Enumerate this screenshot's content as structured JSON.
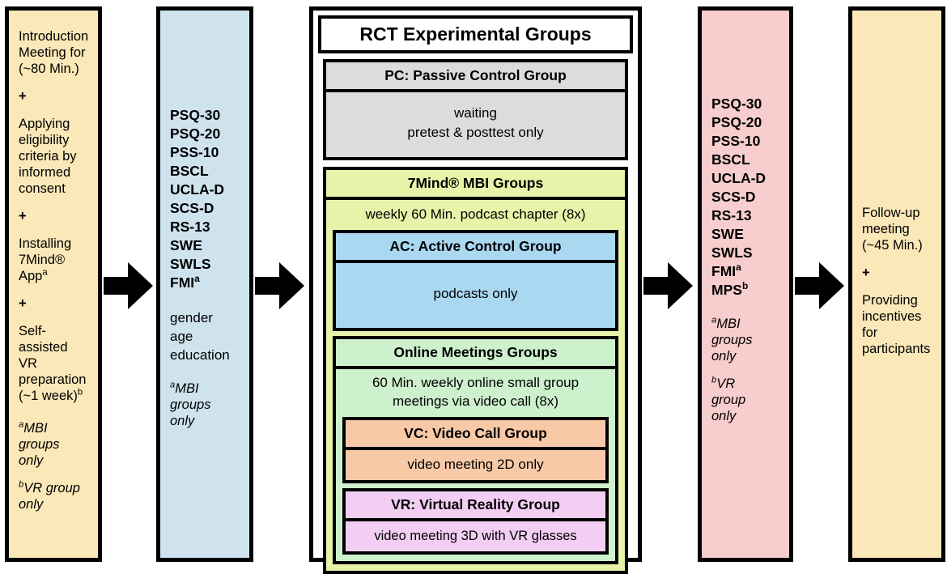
{
  "diagram": {
    "title": "RCT study flow diagram",
    "colors": {
      "cream": "#fae8b8",
      "blue": "#cfe3ef",
      "pink": "#f8cdcd",
      "gray": "#dcdcdc",
      "yellow_green": "#e9f2a9",
      "light_green": "#cdf0cd",
      "peach": "#f8c9a7",
      "violet": "#f2cef2",
      "sky_blue": "#a9d8f0",
      "outline": "#000000"
    }
  },
  "intro": {
    "line1": "Introduction",
    "line2": "Meeting for",
    "line3": "(~80 Min.)",
    "plus1": "+",
    "applying1": "Applying",
    "applying2": "eligibility",
    "applying3": "criteria by",
    "applying4": "informed",
    "applying5": "consent",
    "plus2": "+",
    "installing1": "Installing",
    "installing2": "7Mind®",
    "installing3": "App",
    "installing3_sup": "a",
    "plus3": "+",
    "self1": "Self-",
    "self2": "assisted",
    "self3": "VR",
    "self4": "preparation",
    "self5": "(~1 week)",
    "self5_sup": "b",
    "note_a_sup": "a",
    "note_a_l1": "MBI",
    "note_a_l2": "groups",
    "note_a_l3": "only",
    "note_b_sup": "b",
    "note_b_l1": "VR group",
    "note_b_l2": "only"
  },
  "pretest": {
    "scales": [
      "PSQ-30",
      "PSQ-20",
      "PSS-10",
      "BSCL",
      "UCLA-D",
      "SCS-D",
      "RS-13",
      "SWE",
      "SWLS"
    ],
    "fmi_label": "FMI",
    "fmi_sup": "a",
    "demographics": [
      "gender",
      "age",
      "education"
    ],
    "note_sup": "a",
    "note_l1": "MBI",
    "note_l2": "groups",
    "note_l3": "only"
  },
  "rct": {
    "panel_title": "RCT Experimental Groups",
    "pc": {
      "header": "PC: Passive Control Group",
      "body_line1": "waiting",
      "body_line2": "pretest & posttest only"
    },
    "mbi": {
      "header": "7Mind® MBI Groups",
      "caption": "weekly 60 Min. podcast chapter (8x)"
    },
    "ac": {
      "header": "AC: Active Control Group",
      "body": "podcasts only"
    },
    "om": {
      "header": "Online Meetings Groups",
      "caption_line1": "60 Min. weekly online small group",
      "caption_line2": "meetings via video call (8x)"
    },
    "vc": {
      "header": "VC: Video Call Group",
      "body": "video meeting 2D only"
    },
    "vr": {
      "header": "VR: Virtual Reality Group",
      "body": "video meeting 3D with VR glasses"
    }
  },
  "posttest": {
    "scales": [
      "PSQ-30",
      "PSQ-20",
      "PSS-10",
      "BSCL",
      "UCLA-D",
      "SCS-D",
      "RS-13",
      "SWE",
      "SWLS"
    ],
    "fmi_label": "FMI",
    "fmi_sup": "a",
    "mps_label": "MPS",
    "mps_sup": "b",
    "note_a_sup": "a",
    "note_a_l1": "MBI",
    "note_a_l2": "groups",
    "note_a_l3": "only",
    "note_b_sup": "b",
    "note_b_l1": "VR",
    "note_b_l2": "group",
    "note_b_l3": "only"
  },
  "followup": {
    "line1": "Follow-up",
    "line2": "meeting",
    "line3": "(~45 Min.)",
    "plus": "+",
    "providing1": "Providing",
    "providing2": "incentives",
    "providing3": "for",
    "providing4": "participants"
  },
  "arrows": {
    "arrow_1": "arrow-intro-to-pretest",
    "arrow_2": "arrow-pretest-to-rct",
    "arrow_3": "arrow-rct-to-posttest",
    "arrow_4": "arrow-posttest-to-followup"
  }
}
